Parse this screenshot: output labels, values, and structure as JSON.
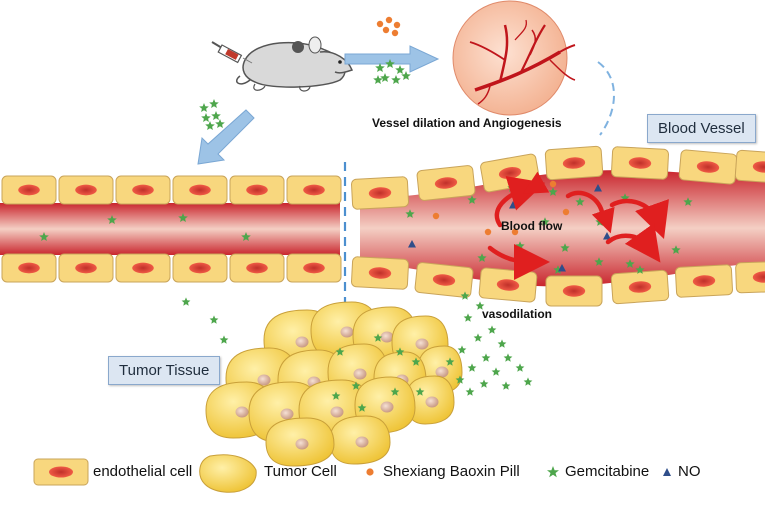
{
  "labels": {
    "blood_vessel": "Blood Vessel",
    "tumor_tissue": "Tumor Tissue",
    "vessel_dilation": "Vessel dilation and Angiogenesis",
    "blood_flow": "Blood flow",
    "vasodilation": "vasodilation"
  },
  "legend": {
    "endothelial": "endothelial cell",
    "tumor": "Tumor Cell",
    "pill": "Shexiang Baoxin Pill",
    "gemcitabine": "Gemcitabine",
    "no": "NO"
  },
  "colors": {
    "vessel_outer": "#d8323a",
    "vessel_inner": "#f7d9cf",
    "endothelial_fill": "#f8d77e",
    "endothelial_nucleus": "#e5463e",
    "tumor_fill": "#f6cf3f",
    "tumor_nucleus": "#e7b9a5",
    "pill": "#ed7d31",
    "gemcitabine": "#4ea64c",
    "no": "#2f4e8a",
    "arrow_blue": "#9dc3e6",
    "curve_red": "#e01f1f"
  }
}
